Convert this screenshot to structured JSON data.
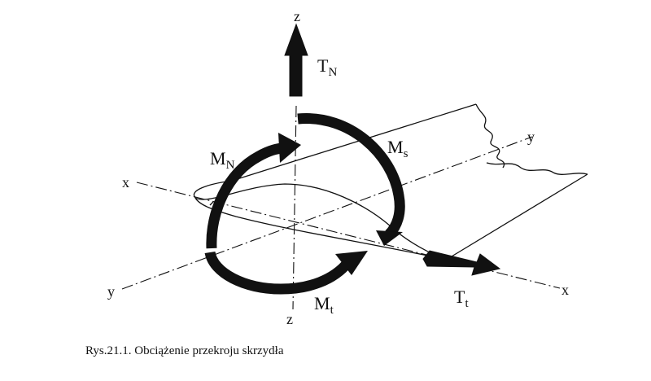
{
  "diagram": {
    "axes": {
      "z_top": "z",
      "z_bottom": "z",
      "x_left": "x",
      "x_right": "x",
      "y_left": "y",
      "y_right": "y"
    },
    "forces": {
      "TN": {
        "main": "T",
        "sub": "N"
      },
      "Tt": {
        "main": "T",
        "sub": "t"
      }
    },
    "moments": {
      "MN": {
        "main": "M",
        "sub": "N"
      },
      "Ms": {
        "main": "M",
        "sub": "s"
      },
      "Mt": {
        "main": "M",
        "sub": "t"
      }
    }
  },
  "caption": "Rys.21.1. Obciążenie przekroju skrzydła"
}
